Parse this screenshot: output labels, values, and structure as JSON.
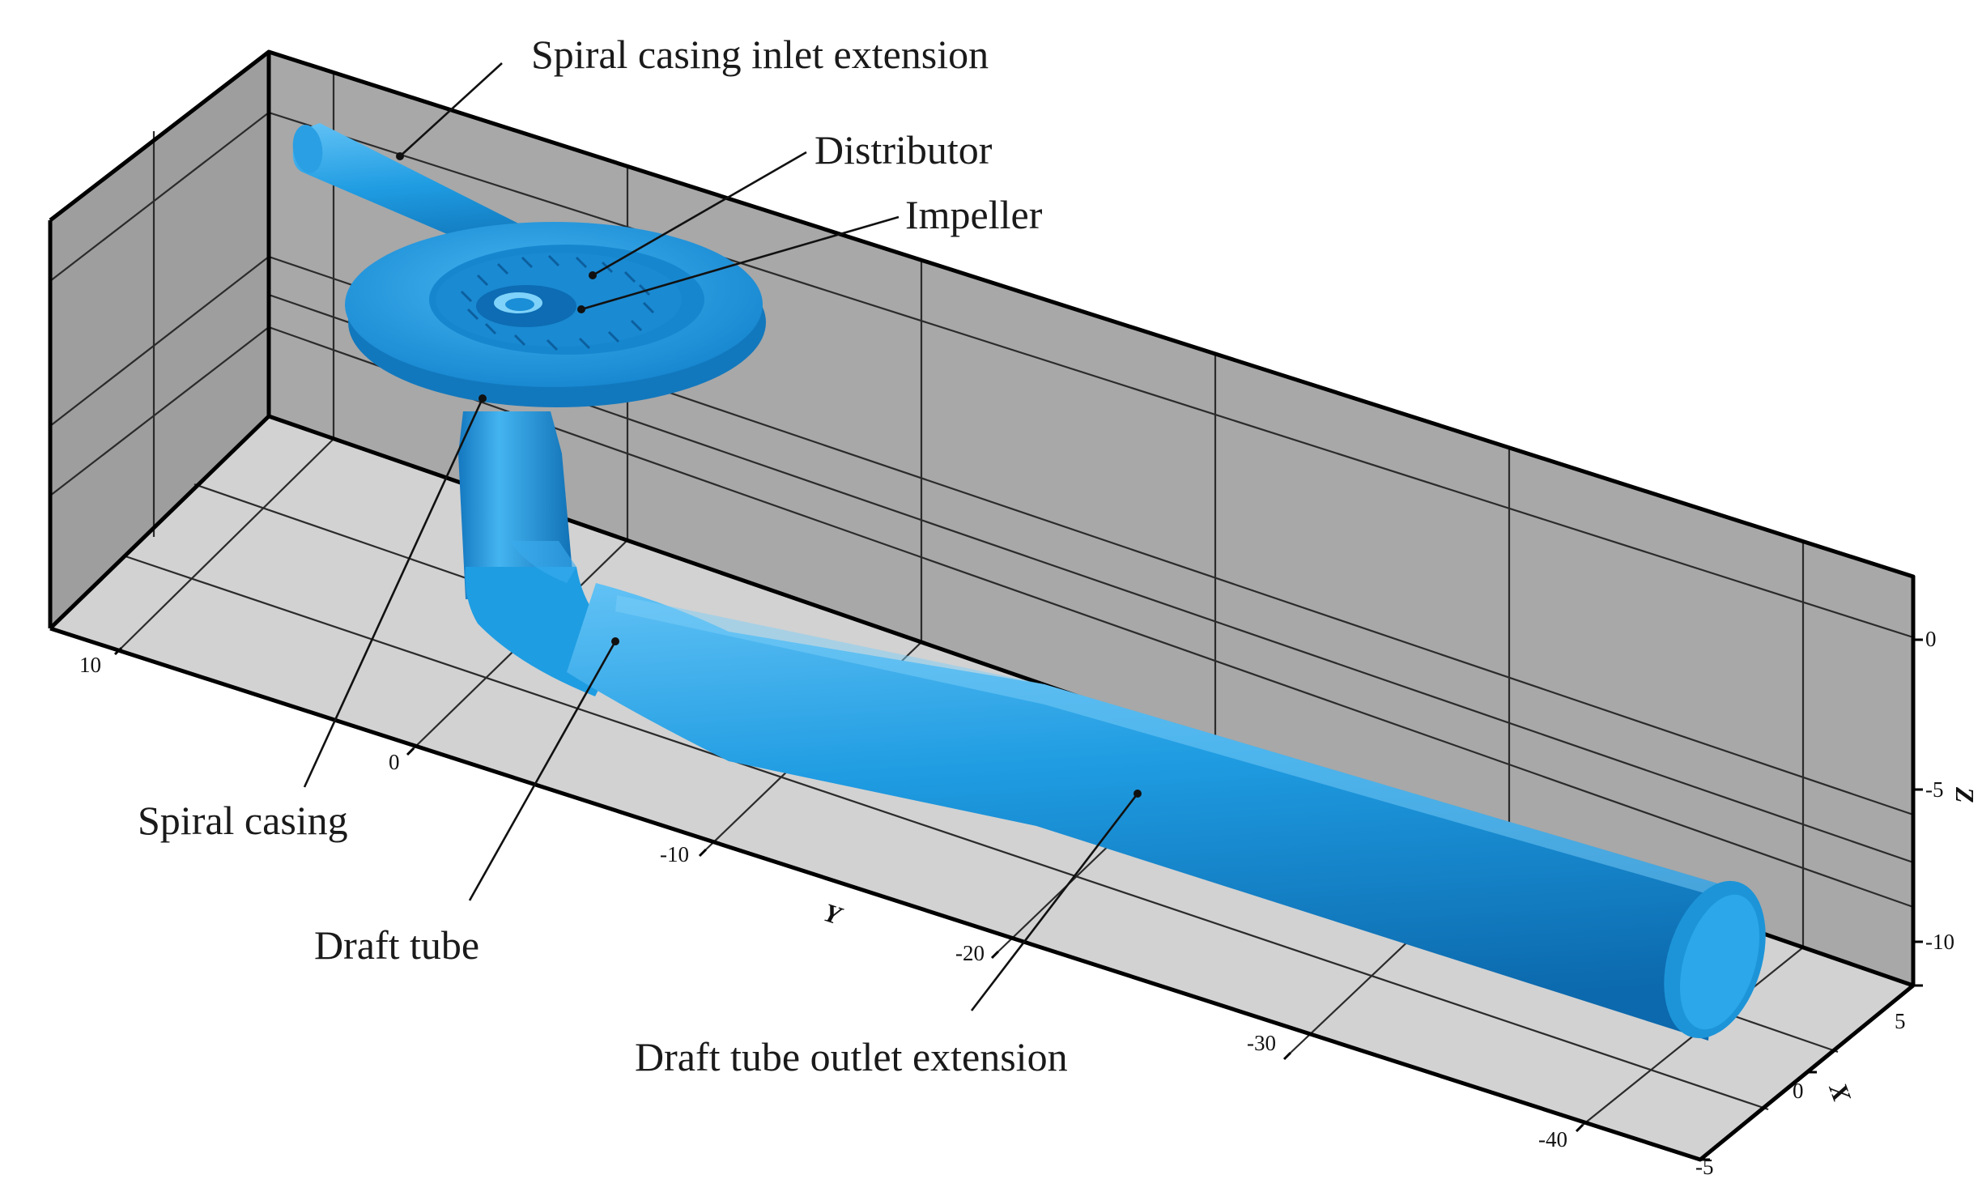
{
  "figure": {
    "labels": {
      "inlet_extension": "Spiral casing inlet extension",
      "distributor": "Distributor",
      "impeller": "Impeller",
      "spiral_casing": "Spiral casing",
      "draft_tube": "Draft tube",
      "outlet_extension": "Draft tube outlet extension"
    },
    "axes": {
      "y": {
        "name": "Y",
        "ticks": [
          "10",
          "0",
          "-10",
          "-20",
          "-30",
          "-40"
        ]
      },
      "z": {
        "name": "Z",
        "ticks": [
          "0",
          "-5",
          "-10"
        ]
      },
      "x": {
        "name": "X",
        "ticks": [
          "5",
          "0",
          "-5"
        ]
      }
    },
    "colors": {
      "model": "#1e9be0",
      "model_shadow": "#0b62a5",
      "model_highlight": "#6fc8f7",
      "back_wall": "#a7a7a7",
      "side_wall": "#9b9b9b",
      "floor": "#d3d3d3"
    }
  }
}
